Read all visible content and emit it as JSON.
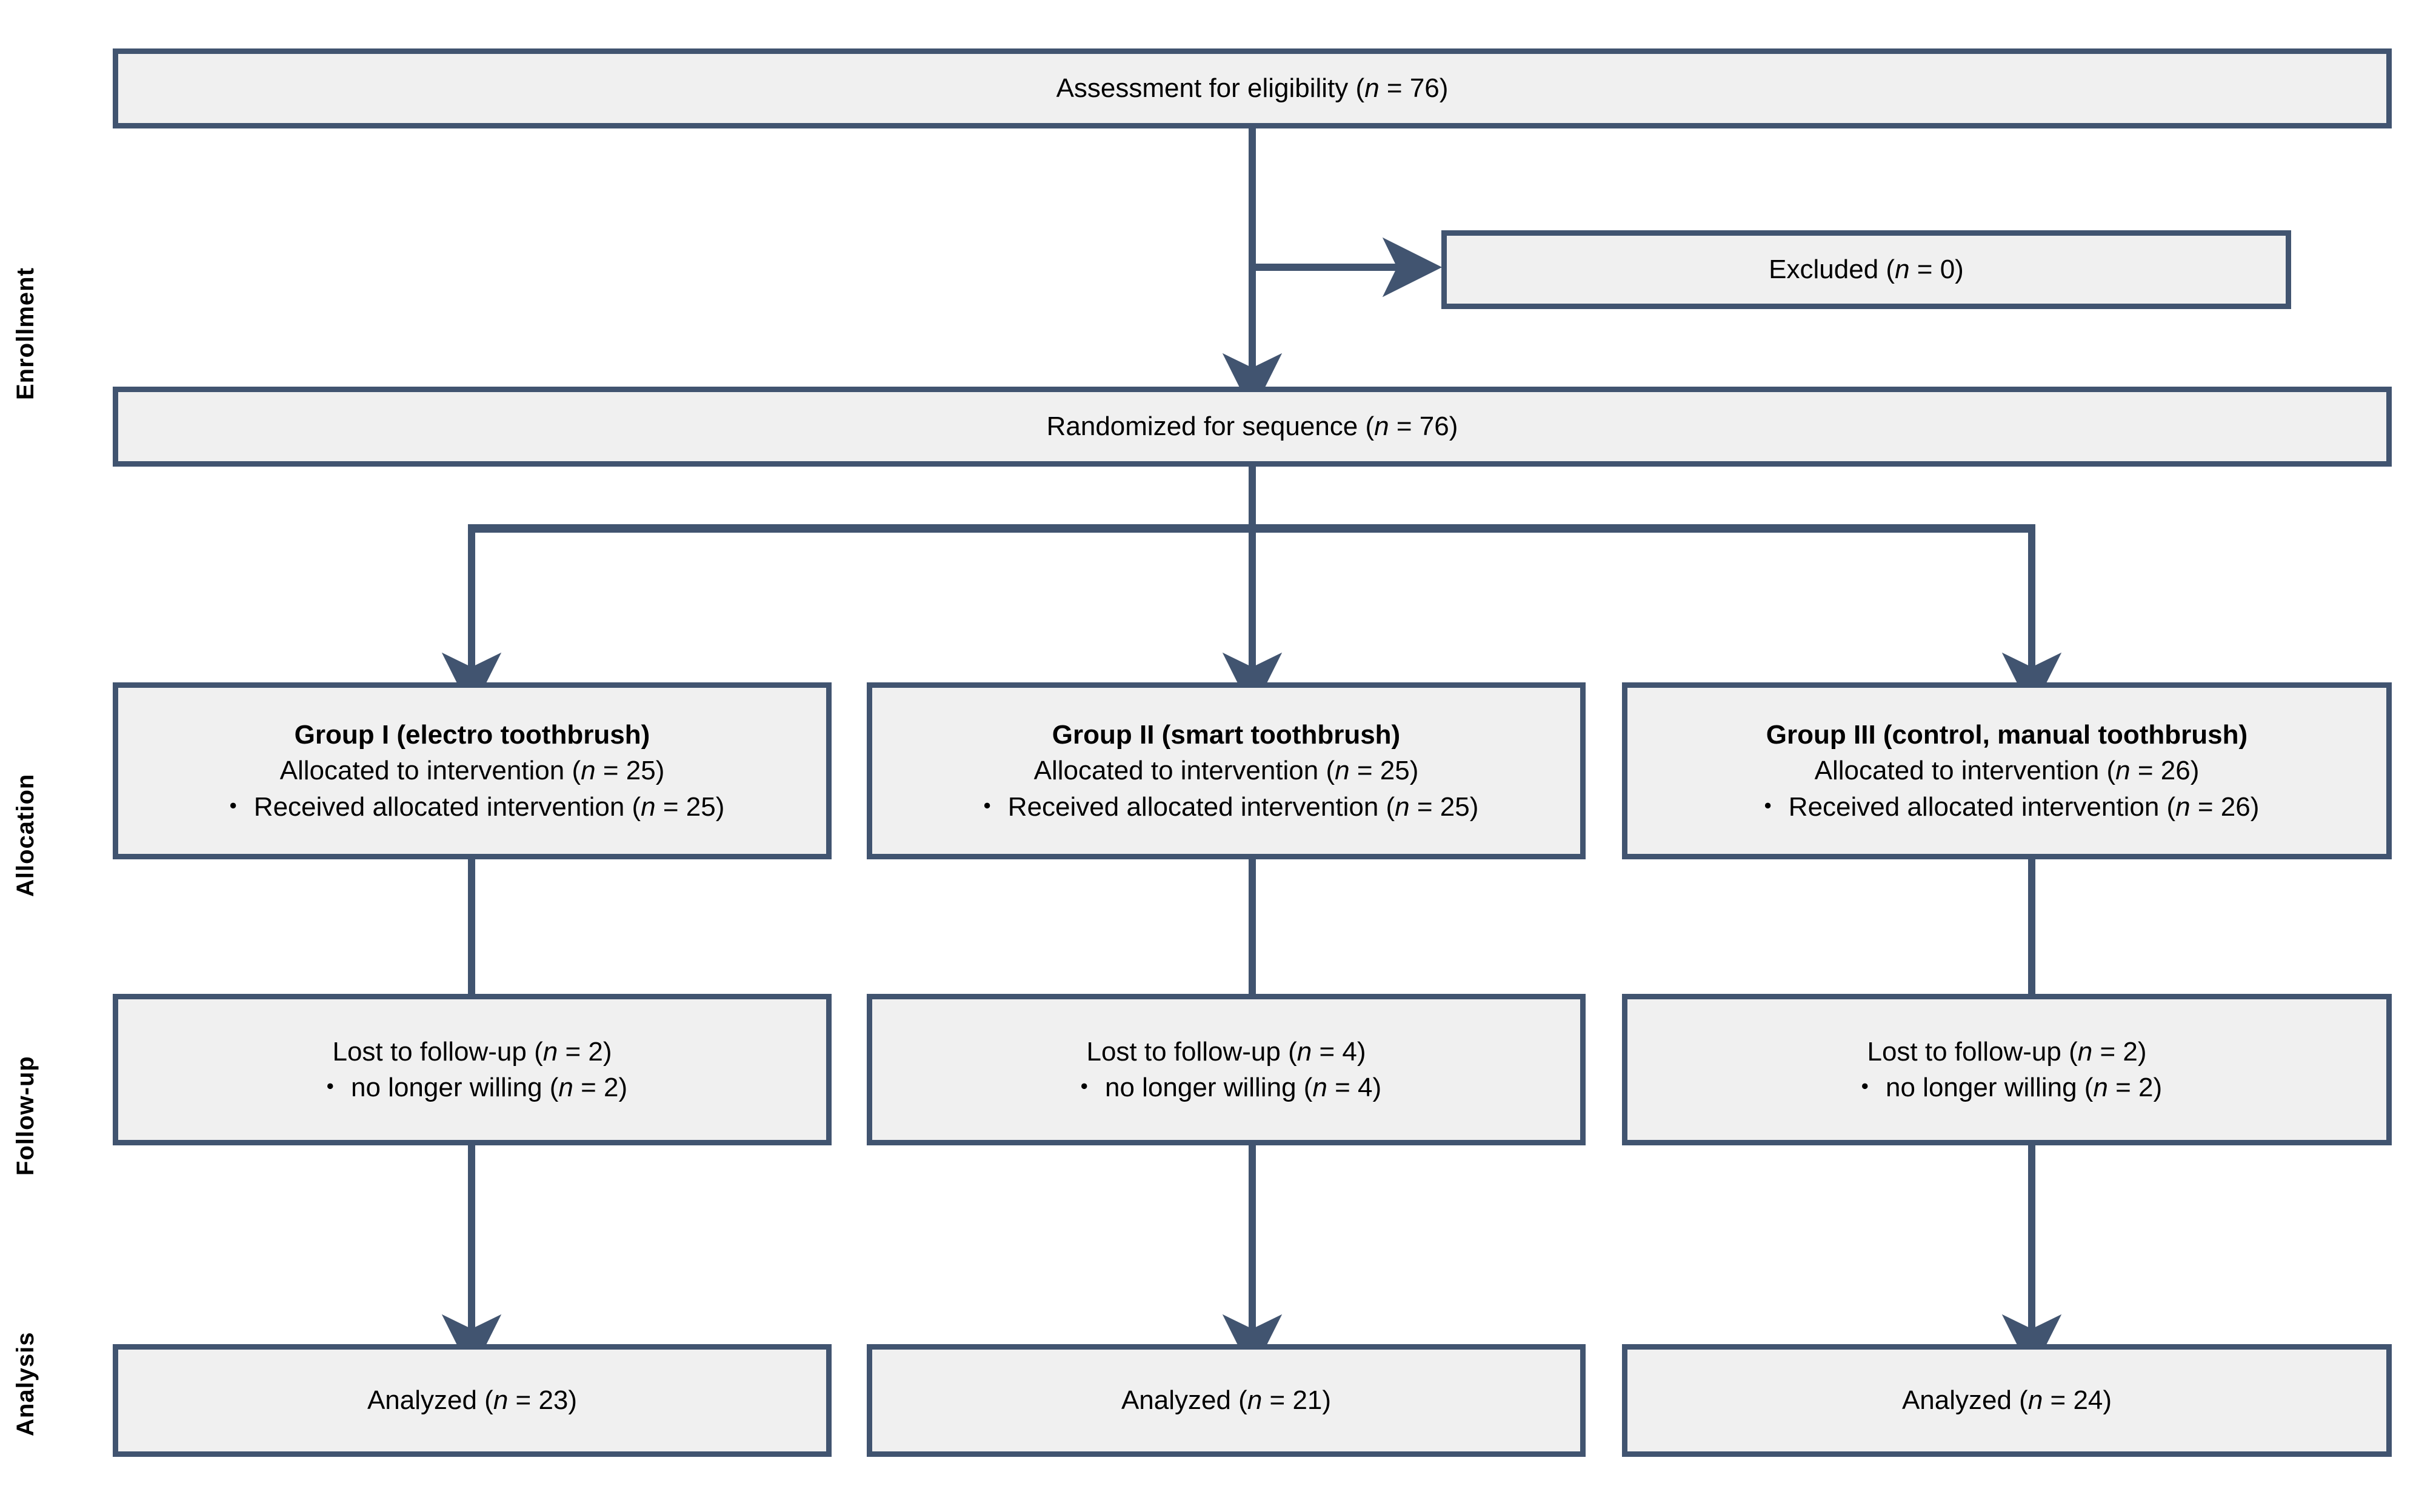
{
  "figure": {
    "type": "consort-flow-diagram",
    "colors": {
      "box_border": "#415470",
      "box_fill": "#f0f0f0",
      "connector": "#415470",
      "text": "#000000",
      "background": "#ffffff"
    }
  },
  "stages": [
    {
      "key": "enrollment",
      "label": "Enrollment"
    },
    {
      "key": "allocation",
      "label": "Allocation"
    },
    {
      "key": "followup",
      "label": "Follow-up"
    },
    {
      "key": "analysis",
      "label": "Analysis"
    }
  ],
  "boxes": {
    "eligibility": {
      "lines": [
        {
          "text": "Assessment for eligibility (n = 76)",
          "bold": false,
          "italic_token": "n"
        }
      ]
    },
    "excluded": {
      "lines": [
        {
          "text": "Excluded (n = 0)",
          "bold": false,
          "italic_token": "n"
        }
      ]
    },
    "randomized": {
      "lines": [
        {
          "text": "Randomized for sequence (n = 76)",
          "bold": false,
          "italic_token": "n"
        }
      ]
    },
    "allocation_group1": {
      "lines": [
        {
          "text": "Group I (electro toothbrush)",
          "bold": true
        },
        {
          "text": "Allocated to intervention (n = 25)",
          "bold": false,
          "italic_token": "n"
        },
        {
          "text": "・ Received allocated intervention (n = 25)",
          "bold": false,
          "italic_token": "n"
        }
      ]
    },
    "allocation_group2": {
      "lines": [
        {
          "text": "Group II (smart toothbrush)",
          "bold": true
        },
        {
          "text": "Allocated to intervention (n = 25)",
          "bold": false,
          "italic_token": "n"
        },
        {
          "text": "・ Received allocated intervention (n = 25)",
          "bold": false,
          "italic_token": "n"
        }
      ]
    },
    "allocation_group3": {
      "lines": [
        {
          "text": "Group III (control, manual toothbrush)",
          "bold": true
        },
        {
          "text": "Allocated to intervention (n = 26)",
          "bold": false,
          "italic_token": "n"
        },
        {
          "text": "・ Received allocated intervention (n = 26)",
          "bold": false,
          "italic_token": "n"
        }
      ]
    },
    "followup_group1": {
      "lines": [
        {
          "text": "Lost to follow-up (n = 2)",
          "bold": false,
          "italic_token": "n"
        },
        {
          "text": "・ no longer willing (n = 2)",
          "bold": false,
          "italic_token": "n"
        }
      ]
    },
    "followup_group2": {
      "lines": [
        {
          "text": "Lost to follow-up (n = 4)",
          "bold": false,
          "italic_token": "n"
        },
        {
          "text": "・ no longer willing (n = 4)",
          "bold": false,
          "italic_token": "n"
        }
      ]
    },
    "followup_group3": {
      "lines": [
        {
          "text": "Lost to follow-up (n = 2)",
          "bold": false,
          "italic_token": "n"
        },
        {
          "text": "・ no longer willing (n = 2)",
          "bold": false,
          "italic_token": "n"
        }
      ]
    },
    "analysis_group1": {
      "lines": [
        {
          "text": "Analyzed (n = 23)",
          "bold": false,
          "italic_token": "n"
        }
      ]
    },
    "analysis_group2": {
      "lines": [
        {
          "text": "Analyzed (n = 21)",
          "bold": false,
          "italic_token": "n"
        }
      ]
    },
    "analysis_group3": {
      "lines": [
        {
          "text": "Analyzed (n = 24)",
          "bold": false,
          "italic_token": "n"
        }
      ]
    }
  },
  "chart_data": {
    "type": "diagram",
    "title": "CONSORT participant flow",
    "nodes": [
      {
        "id": "eligibility",
        "stage": "Enrollment",
        "label": "Assessment for eligibility",
        "n": 76
      },
      {
        "id": "excluded",
        "stage": "Enrollment",
        "label": "Excluded",
        "n": 0
      },
      {
        "id": "randomized",
        "stage": "Enrollment",
        "label": "Randomized for sequence",
        "n": 76
      },
      {
        "id": "allocation_group1",
        "stage": "Allocation",
        "label": "Group I (electro toothbrush)",
        "allocated": 25,
        "received": 25
      },
      {
        "id": "allocation_group2",
        "stage": "Allocation",
        "label": "Group II (smart toothbrush)",
        "allocated": 25,
        "received": 25
      },
      {
        "id": "allocation_group3",
        "stage": "Allocation",
        "label": "Group III (control, manual toothbrush)",
        "allocated": 26,
        "received": 26
      },
      {
        "id": "followup_group1",
        "stage": "Follow-up",
        "label": "Lost to follow-up",
        "n": 2,
        "reason": "no longer willing",
        "reason_n": 2
      },
      {
        "id": "followup_group2",
        "stage": "Follow-up",
        "label": "Lost to follow-up",
        "n": 4,
        "reason": "no longer willing",
        "reason_n": 4
      },
      {
        "id": "followup_group3",
        "stage": "Follow-up",
        "label": "Lost to follow-up",
        "n": 2,
        "reason": "no longer willing",
        "reason_n": 2
      },
      {
        "id": "analysis_group1",
        "stage": "Analysis",
        "label": "Analyzed",
        "n": 23
      },
      {
        "id": "analysis_group2",
        "stage": "Analysis",
        "label": "Analyzed",
        "n": 21
      },
      {
        "id": "analysis_group3",
        "stage": "Analysis",
        "label": "Analyzed",
        "n": 24
      }
    ],
    "edges": [
      {
        "from": "eligibility",
        "to": "excluded"
      },
      {
        "from": "eligibility",
        "to": "randomized"
      },
      {
        "from": "randomized",
        "to": "allocation_group1"
      },
      {
        "from": "randomized",
        "to": "allocation_group2"
      },
      {
        "from": "randomized",
        "to": "allocation_group3"
      },
      {
        "from": "allocation_group1",
        "to": "followup_group1"
      },
      {
        "from": "allocation_group2",
        "to": "followup_group2"
      },
      {
        "from": "allocation_group3",
        "to": "followup_group3"
      },
      {
        "from": "followup_group1",
        "to": "analysis_group1"
      },
      {
        "from": "followup_group2",
        "to": "analysis_group2"
      },
      {
        "from": "followup_group3",
        "to": "analysis_group3"
      }
    ]
  }
}
